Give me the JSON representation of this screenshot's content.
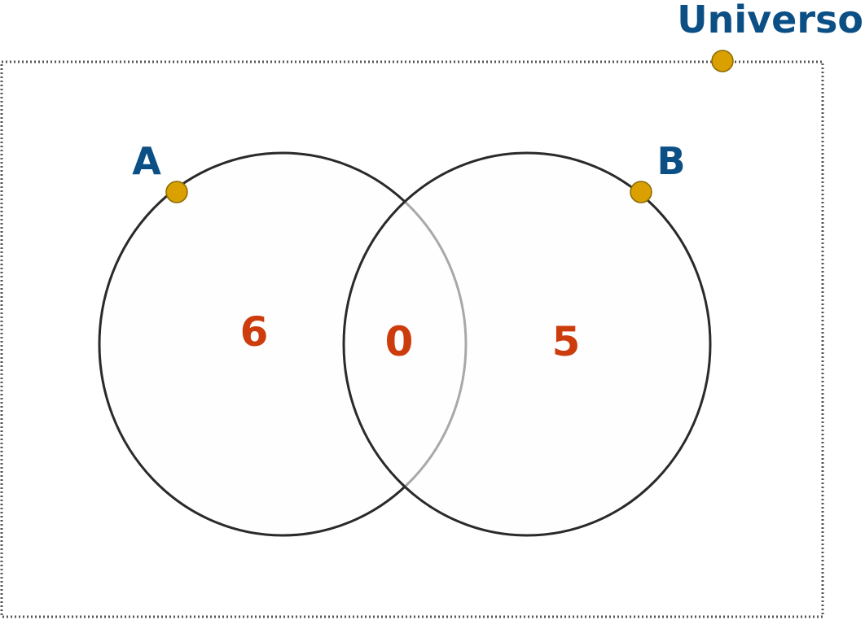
{
  "universe": {
    "label": "Universo"
  },
  "sets": [
    {
      "id": "A",
      "label": "A"
    },
    {
      "id": "B",
      "label": "B"
    }
  ],
  "regions": {
    "only_a": "6",
    "intersection": "0",
    "only_b": "5"
  },
  "colors": {
    "label_color": "#0b4f85",
    "count_color": "#cc3c0c",
    "handle_fill": "#d9a000",
    "handle_stroke": "#8a6a00",
    "circle_stroke": "#2a2a2a",
    "circle_fill": "#fdfdfd",
    "border_stroke": "#555555"
  }
}
